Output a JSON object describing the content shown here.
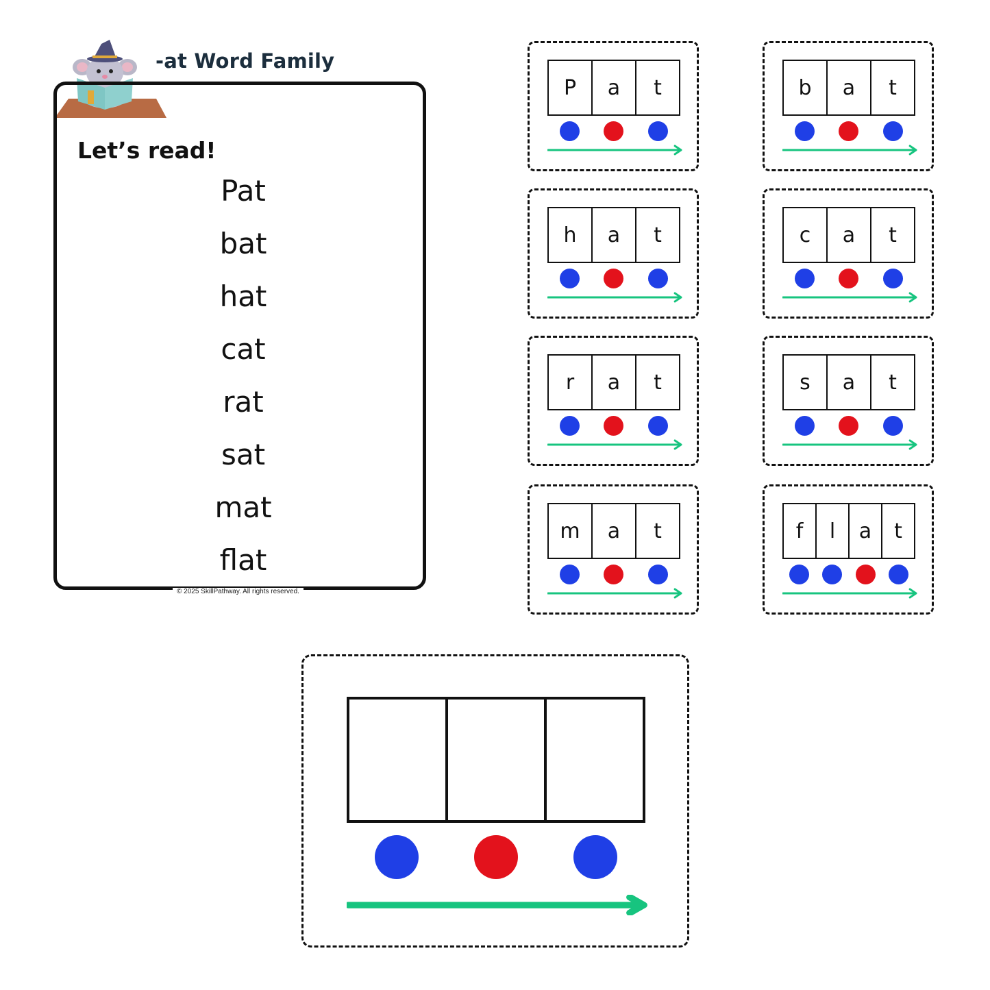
{
  "worksheet": {
    "title": "-at Word Family",
    "subtitle": "Let’s read!",
    "words": [
      "Pat",
      "bat",
      "hat",
      "cat",
      "rat",
      "sat",
      "mat",
      "flat"
    ],
    "copyright": "© 2025 SkillPathway. All rights reserved."
  },
  "colors": {
    "consonant": "#1f3fe6",
    "vowel": "#e3121c",
    "arrow": "#17c47f"
  },
  "cards": [
    {
      "letters": [
        "P",
        "a",
        "t"
      ],
      "dots": [
        "consonant",
        "vowel",
        "consonant"
      ]
    },
    {
      "letters": [
        "b",
        "a",
        "t"
      ],
      "dots": [
        "consonant",
        "vowel",
        "consonant"
      ]
    },
    {
      "letters": [
        "h",
        "a",
        "t"
      ],
      "dots": [
        "consonant",
        "vowel",
        "consonant"
      ]
    },
    {
      "letters": [
        "c",
        "a",
        "t"
      ],
      "dots": [
        "consonant",
        "vowel",
        "consonant"
      ]
    },
    {
      "letters": [
        "r",
        "a",
        "t"
      ],
      "dots": [
        "consonant",
        "vowel",
        "consonant"
      ]
    },
    {
      "letters": [
        "s",
        "a",
        "t"
      ],
      "dots": [
        "consonant",
        "vowel",
        "consonant"
      ]
    },
    {
      "letters": [
        "m",
        "a",
        "t"
      ],
      "dots": [
        "consonant",
        "vowel",
        "consonant"
      ]
    },
    {
      "letters": [
        "f",
        "l",
        "a",
        "t"
      ],
      "dots": [
        "consonant",
        "consonant",
        "vowel",
        "consonant"
      ]
    }
  ],
  "blank_card": {
    "letters": [
      "",
      "",
      ""
    ],
    "dots": [
      "consonant",
      "vowel",
      "consonant"
    ]
  },
  "mascot": {
    "icon": "mouse-wizard-reading-icon"
  }
}
